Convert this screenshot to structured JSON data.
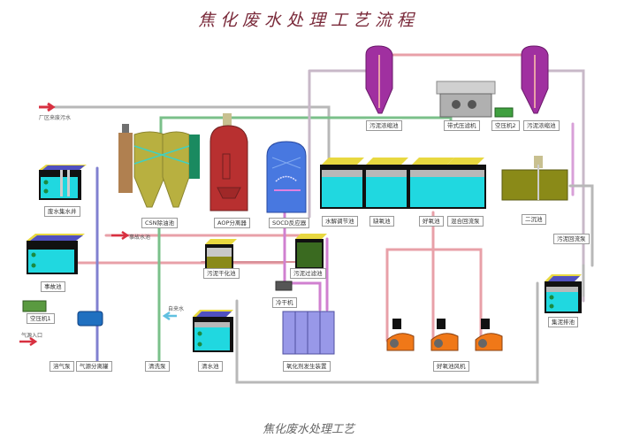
{
  "title": "焦化废水处理工艺流程",
  "caption": "焦化废水处理工艺",
  "colors": {
    "title": "#7a2a3a",
    "pipe_gray": "#b8b8b8",
    "pipe_pink": "#e8a0a8",
    "pipe_magenta": "#d080d0",
    "pipe_green": "#7ac08a",
    "pipe_blue": "#8080d0",
    "water": "#00e8f0",
    "tank_olive": "#9c9a28",
    "aop_red": "#b83030",
    "socd_blue": "#4878e0",
    "sludge_purple": "#a030a0",
    "blower_orange": "#f07818"
  },
  "notes": {
    "inlet": "厂区来废污水",
    "outlet_mid": "事故水池",
    "air_inlet": "气源入口",
    "water_in": "自来水"
  },
  "labels": {
    "wastewater_sump": "废水集水井",
    "accident_tank": "事故池",
    "air_compressor_1": "空压机1",
    "air_pump": "溶气泵",
    "gas_separator": "气源分离罐",
    "csn_tank": "CSN除油池",
    "aop_separator": "AOP分离器",
    "socd_reactor": "SOCD反应器",
    "sludge_dry_tank": "污泥干化池",
    "sludge_filter_tank": "污泥过滤池",
    "dryer": "冷干机",
    "clean_water_pump": "清洗泵",
    "clean_water_tank": "清水池",
    "ozone_generator": "氧化剂发生装置",
    "hydrolysis_tank": "水解调节池",
    "anoxic_tank": "缺氧池",
    "aerobic_tank": "好氧池",
    "mixed_return": "混合回流泵",
    "secondary_clarifier": "二沉池",
    "sludge_return_pump": "污泥回流泵",
    "sludge_thickener_1": "污泥浓缩池",
    "belt_filter_press": "带式压滤机",
    "air_compressor_2": "空压机2",
    "sludge_thickener_2": "污泥浓缩池",
    "aerobic_blower": "好氧池风机",
    "discharge_tank": "集泥排池"
  }
}
